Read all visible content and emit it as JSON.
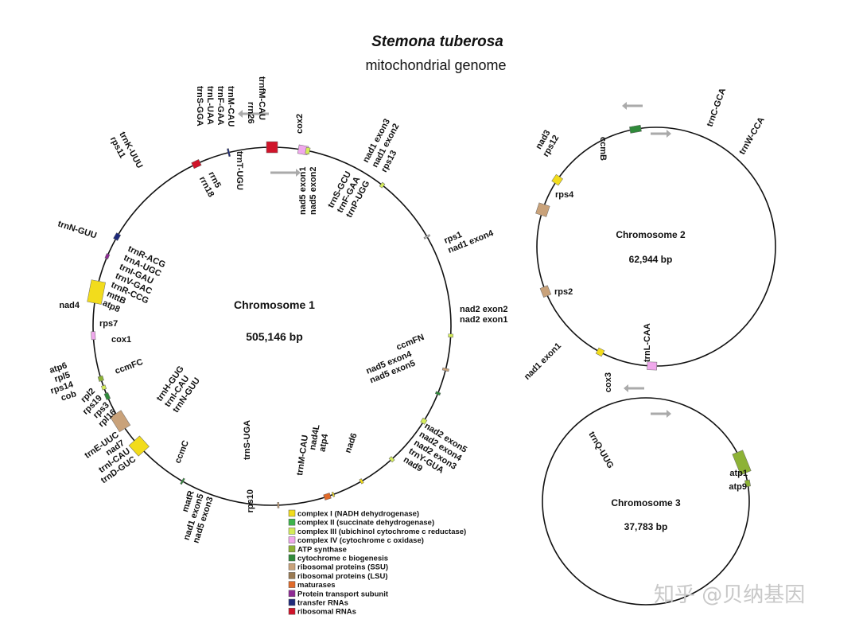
{
  "title": {
    "species": "Stemona tuberosa",
    "subtitle": "mitochondrial genome"
  },
  "colors": {
    "complex1": "#f2dc1c",
    "complex2": "#3cb34a",
    "complex3": "#d4ec5a",
    "complex4": "#f0a8ec",
    "atp": "#8db236",
    "ccm": "#2f8a3a",
    "ssu": "#c9a27a",
    "lsu": "#9a7a52",
    "mat": "#e06a2a",
    "transport": "#8e2a94",
    "trna": "#1e2a7a",
    "rrna": "#d0142a",
    "other": "#bbbbbb"
  },
  "chromosomes": [
    {
      "name": "Chromosome 1",
      "size": "505,146 bp"
    },
    {
      "name": "Chromosome 2",
      "size": "62,944 bp"
    },
    {
      "name": "Chromosome 3",
      "size": "37,783 bp"
    }
  ],
  "labels1": [
    "trnK-UUU",
    "rps11",
    "trnS-GGA",
    "trnL-UAA",
    "trnF-GAA",
    "trnM-CAU",
    "trnfM-CAU",
    "rrn26",
    "cox2",
    "nad1 exon3",
    "nad1 exon2",
    "rps13",
    "trnT-UGU",
    "rrn5",
    "rrn18",
    "nad5 exon1",
    "nad5 exon2",
    "trnS-GCU",
    "trnF-GAA",
    "trnP-UGG",
    "rps1",
    "nad1 exon4",
    "trnN-GUU",
    "trnR-ACG",
    "trnA-UGC",
    "trnI-GAU",
    "trnV-GAC",
    "trnR-CCG",
    "mttB",
    "atp8",
    "nad4",
    "rps7",
    "cox1",
    "atp6",
    "rpl5",
    "rps14",
    "cob",
    "ccmFC",
    "rpl2",
    "rps19",
    "rps3",
    "rpl16",
    "trnH-GUG",
    "trnI-CAU",
    "trnN-GUU",
    "trnE-UUC",
    "nad7",
    "trnI-CAU",
    "trnD-GUC",
    "ccmC",
    "trnS-UGA",
    "rps10",
    "matR",
    "nad1 exon5",
    "nad5 exon3",
    "trnM-CAU",
    "nad4L",
    "atp4",
    "nad6",
    "nad2 exon5",
    "nad2 exon4",
    "nad2 exon3",
    "trnY-GUA",
    "nad9",
    "nad5 exon4",
    "nad5 exon5",
    "ccmFN",
    "nad2 exon2",
    "nad2 exon1"
  ],
  "labels2": [
    "ccmB",
    "nad3",
    "rps12",
    "rps4",
    "rps2",
    "trnL-CAA",
    "nad1 exon1",
    "cox3",
    "trnC-GCA",
    "trnW-CCA"
  ],
  "labels3": [
    "trnQ-UUG",
    "atp1",
    "atp9"
  ],
  "legend": [
    {
      "label": "complex I (NADH dehydrogenase)",
      "key": "complex1"
    },
    {
      "label": "complex II (succinate dehydrogenase)",
      "key": "complex2"
    },
    {
      "label": "complex III (ubichinol cytochrome c reductase)",
      "key": "complex3"
    },
    {
      "label": "complex IV (cytochrome c oxidase)",
      "key": "complex4"
    },
    {
      "label": "ATP synthase",
      "key": "atp"
    },
    {
      "label": "cytochrome c biogenesis",
      "key": "ccm"
    },
    {
      "label": "ribosomal proteins (SSU)",
      "key": "ssu"
    },
    {
      "label": "ribosomal proteins (LSU)",
      "key": "lsu"
    },
    {
      "label": "maturases",
      "key": "mat"
    },
    {
      "label": "Protein transport subunit",
      "key": "transport"
    },
    {
      "label": "transfer RNAs",
      "key": "trna"
    },
    {
      "label": "ribosomal RNAs",
      "key": "rrna"
    }
  ],
  "watermark": "知乎 @贝纳基因"
}
